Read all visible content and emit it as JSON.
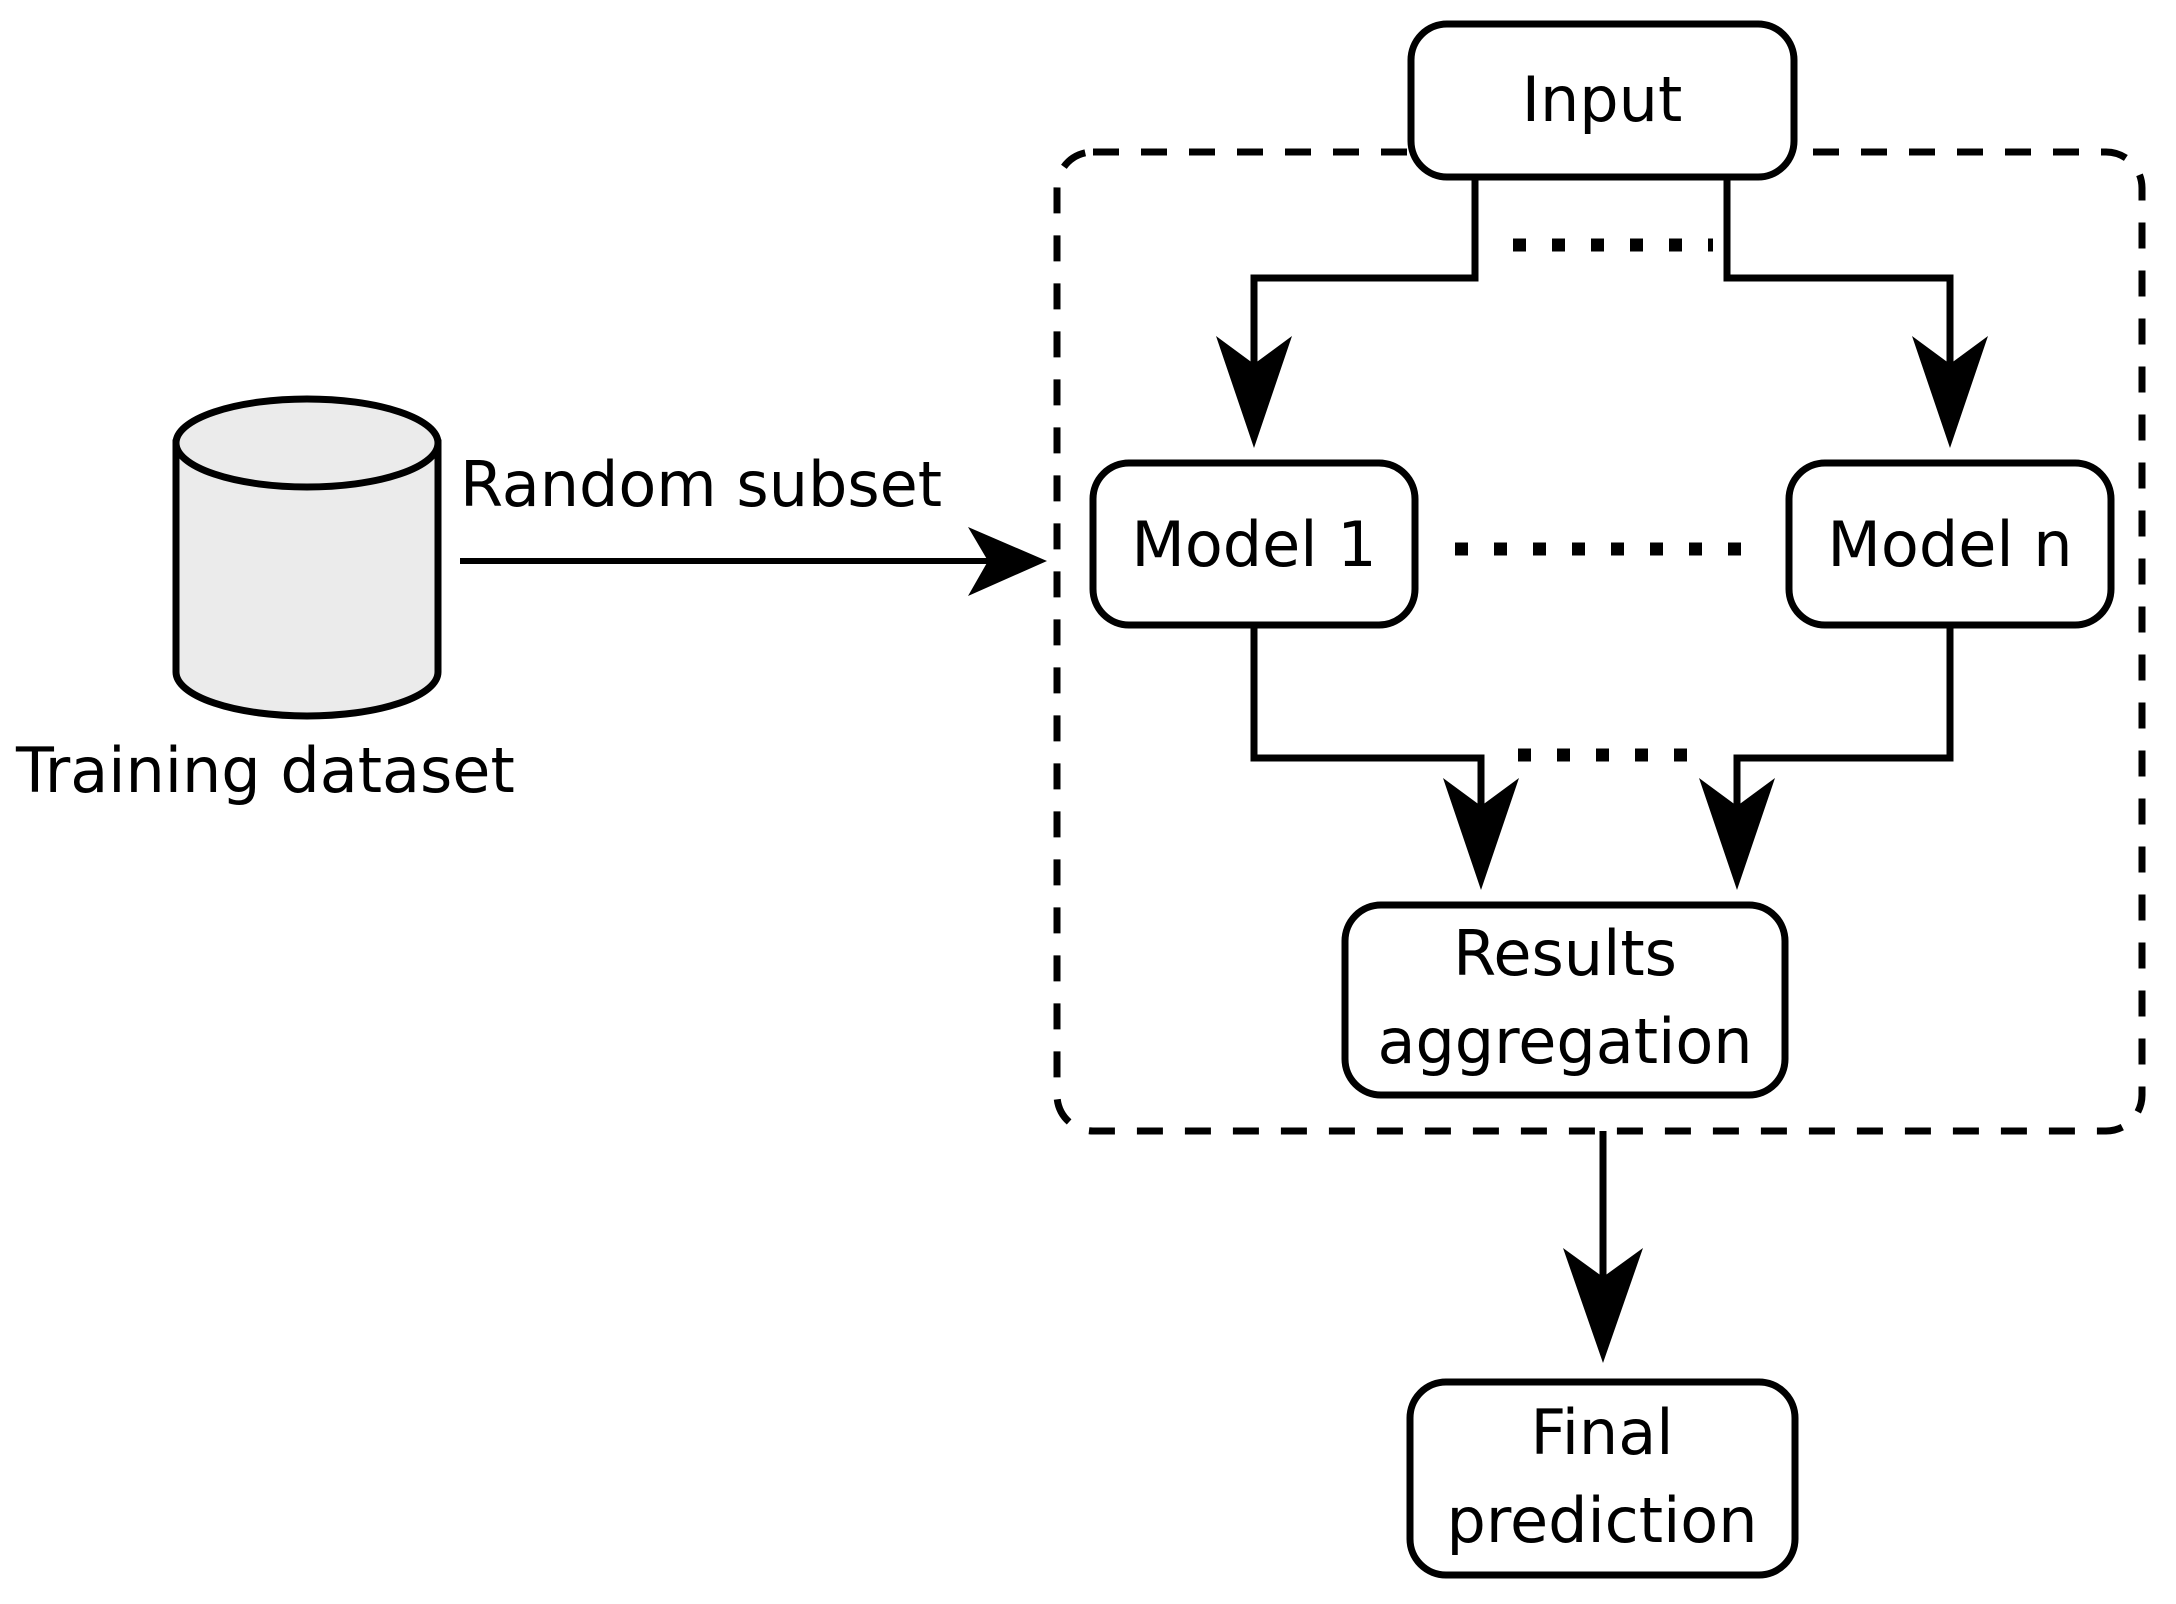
{
  "diagram": {
    "title": "Ensemble / bagging model architecture",
    "background_color": "#ffffff",
    "stroke_color": "#000000",
    "cylinder_fill": "#ebebeb",
    "nodes": {
      "training_dataset": {
        "label": "Training dataset",
        "shape": "cylinder"
      },
      "input": {
        "label": "Input",
        "shape": "rounded-rect"
      },
      "model_1": {
        "label": "Model 1",
        "shape": "rounded-rect"
      },
      "model_n": {
        "label": "Model n",
        "shape": "rounded-rect"
      },
      "results_aggregation": {
        "label_line1": "Results",
        "label_line2": "aggregation",
        "shape": "rounded-rect"
      },
      "final_prediction": {
        "label_line1": "Final",
        "label_line2": "prediction",
        "shape": "rounded-rect"
      }
    },
    "edges": {
      "random_subset": {
        "label": "Random subset",
        "from": "training_dataset",
        "to": "ensemble_group",
        "style": "solid-arrow"
      },
      "input_to_models": {
        "label": "",
        "from": "input",
        "to": "model_1, model_n",
        "style": "solid-arrow-split"
      },
      "models_to_aggregation": {
        "label": "",
        "from": "model_1, model_n",
        "to": "results_aggregation",
        "style": "solid-arrow-merge"
      },
      "aggregation_to_final": {
        "label": "",
        "from": "results_aggregation",
        "to": "final_prediction",
        "style": "solid-arrow"
      }
    },
    "ellipsis_runs": {
      "top": {
        "dots": 8,
        "meaning": "more parallel branches"
      },
      "middle": {
        "dots": 13,
        "meaning": "more models"
      },
      "bottom": {
        "dots": 8,
        "meaning": "more result streams"
      }
    },
    "group": {
      "name": "ensemble-group",
      "border_style": "dashed",
      "label": ""
    }
  }
}
